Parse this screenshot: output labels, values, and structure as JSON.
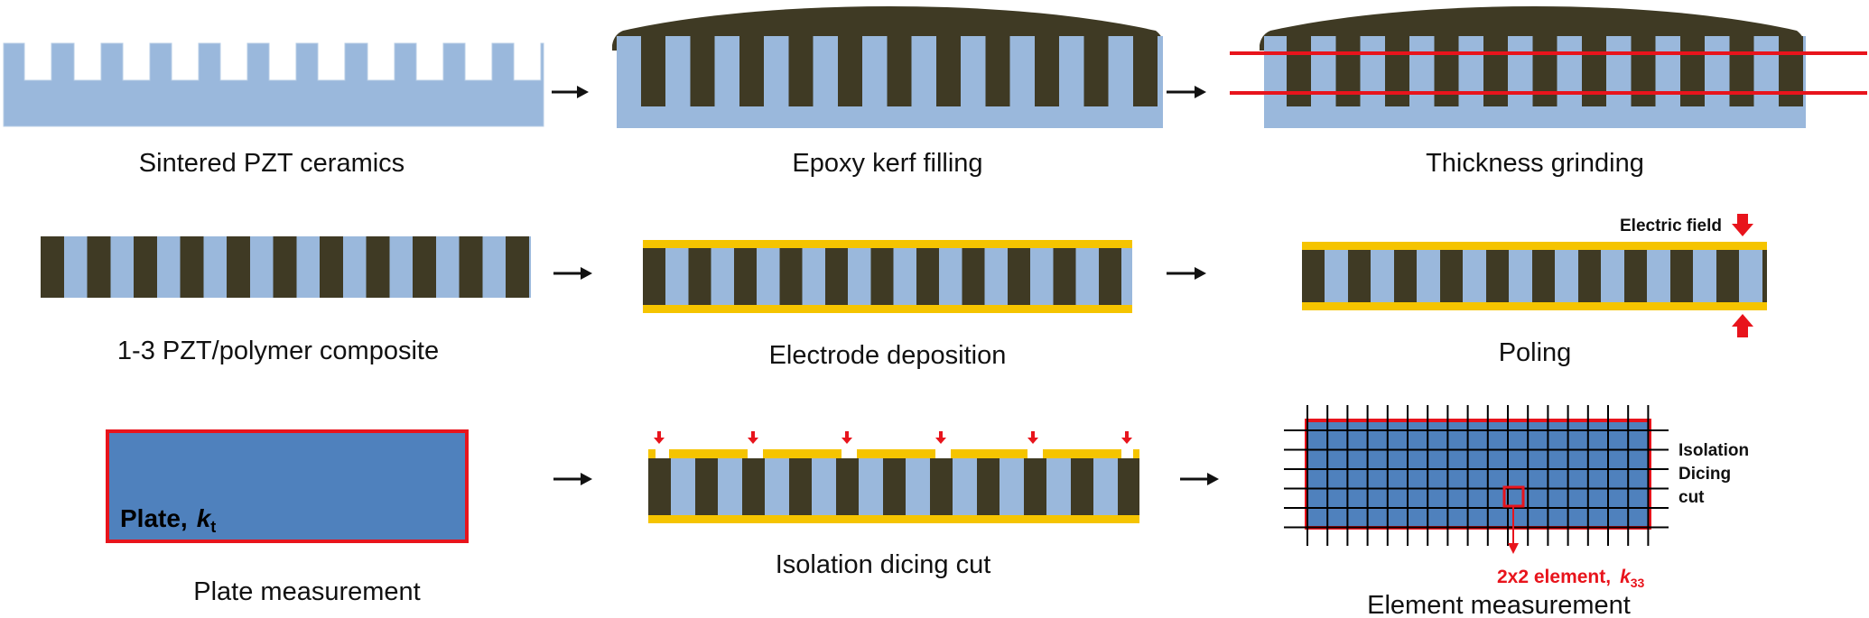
{
  "colors": {
    "ceramic": "#9ab8dc",
    "epoxy": "#3f3a24",
    "electrode": "#f5c400",
    "red": "#e8141c",
    "plate_fill": "#4f81bd",
    "arrow": "#111111"
  },
  "steps": {
    "sintered": "Sintered PZT ceramics",
    "epoxy": "Epoxy  kerf filling",
    "grinding": "Thickness grinding",
    "composite": "1-3 PZT/polymer composite",
    "electrode": "Electrode deposition",
    "poling": "Poling",
    "plate_meas": "Plate measurement",
    "isolation": "Isolation dicing cut",
    "element_meas": "Element measurement"
  },
  "labels": {
    "electric_field": "Electric field",
    "plate": "Plate,",
    "plate_k": "k",
    "plate_k_sub": "t",
    "isolation_dicing_cut": [
      "Isolation",
      "Dicing",
      "cut"
    ],
    "element": "2x2 element,",
    "element_k": "k",
    "element_k_sub": "33"
  },
  "icons": {
    "flow_arrow": "right-arrow-icon",
    "field_arrow": "red-down-arrow-icon",
    "cut_marker": "red-cut-marker-icon"
  }
}
